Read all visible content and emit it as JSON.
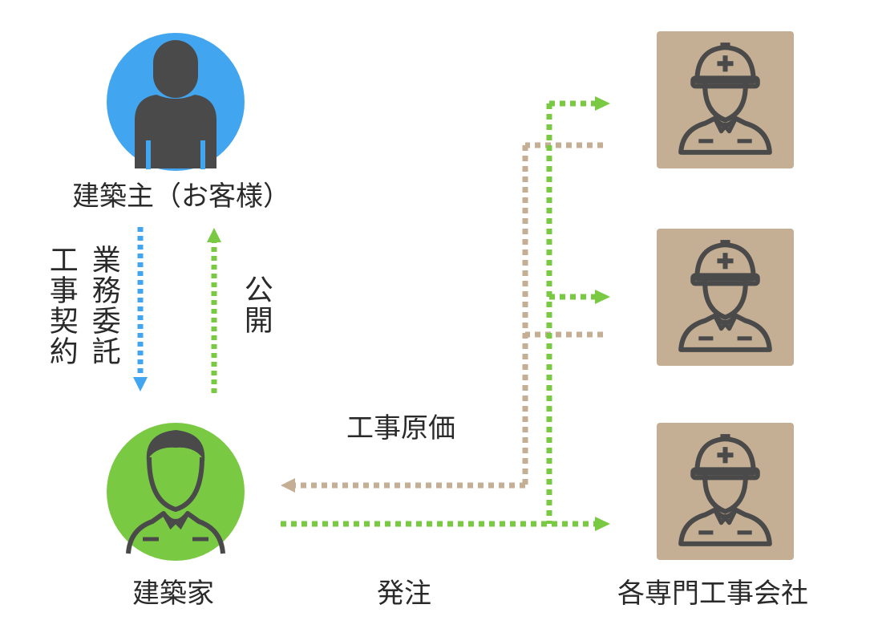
{
  "labels": {
    "client": "建築主（お客様）",
    "architect": "建築家",
    "contractors": "各専門工事会社",
    "order": "発注",
    "cost": "工事原価",
    "publish": "公開",
    "contract_col1": "業務委託",
    "contract_col2": "工事契約"
  },
  "colors": {
    "client_circle": "#42a5f0",
    "architect_circle": "#7ac943",
    "worker_box": "#c4ae94",
    "figure": "#4a4a4a",
    "arrow_blue": "#42a5f0",
    "arrow_green": "#7ac943",
    "arrow_tan": "#c4ae94"
  },
  "icons": {
    "client": "person-icon",
    "architect": "architect-icon",
    "workers": [
      "worker-helmet-icon",
      "worker-helmet-icon",
      "worker-helmet-icon"
    ]
  }
}
